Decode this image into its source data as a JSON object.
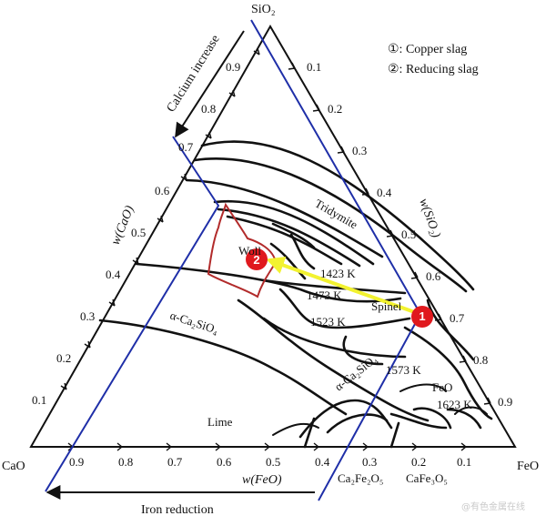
{
  "vertices": {
    "top": "SiO₂",
    "left": "CaO",
    "right": "FeO"
  },
  "axes": {
    "left_label": "w(CaO)",
    "right_label": "w(SiO₂)",
    "bottom_label": "w(FeO)",
    "left_ticks": [
      "0.9",
      "0.8",
      "0.7",
      "0.6",
      "0.5",
      "0.4",
      "0.3",
      "0.2",
      "0.1"
    ],
    "right_ticks": [
      "0.1",
      "0.2",
      "0.3",
      "0.4",
      "0.5",
      "0.6",
      "0.7",
      "0.8",
      "0.9"
    ],
    "bottom_ticks": [
      "0.9",
      "0.8",
      "0.7",
      "0.6",
      "0.5",
      "0.4",
      "0.3",
      "0.2",
      "0.1"
    ]
  },
  "legend": {
    "item1": "①: Copper slag",
    "item2": "②: Reducing slag"
  },
  "arrows": {
    "calcium": "Calcium increase",
    "iron": "Iron reduction"
  },
  "phases": {
    "tridymite": "Tridymite",
    "wollastonite": "Woll",
    "spinel": "Spinel",
    "c2s": "α-Ca₂SiO₄",
    "c2s_low": "α-Ca₂SiO₄",
    "lime": "Lime",
    "feo": "FeO",
    "ca2fe2o5": "Ca₂Fe₂O₅",
    "cafe3o5": "CaFe₃O₅"
  },
  "isotherms": {
    "t1423": "1423 K",
    "t1473": "1473 K",
    "t1523": "1523 K",
    "t1573": "1573 K",
    "t1623": "1623 K"
  },
  "points": {
    "p1": "1",
    "p2": "2"
  },
  "colors": {
    "frame": "#111111",
    "guide": "#1f2fa8",
    "region": "#b22b2b",
    "point": "#e0191e",
    "path": "#f2f230"
  },
  "watermark": "@有色金属在线"
}
